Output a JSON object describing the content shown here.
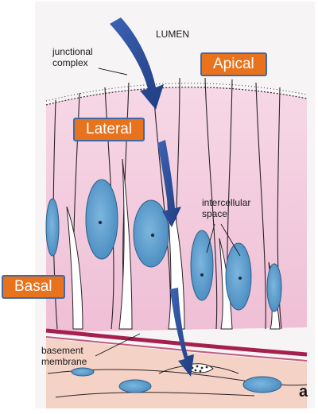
{
  "labels": {
    "lumen": "LUMEN",
    "junctional_line1": "junctional",
    "junctional_line2": "complex",
    "intercellular_line1": "intercellular",
    "intercellular_line2": "space",
    "basement_line1": "basement",
    "basement_line2": "membrane",
    "panel": "a"
  },
  "tags": {
    "apical": "Apical",
    "lateral": "Lateral",
    "basal": "Basal"
  },
  "colors": {
    "cytoplasm": "#f2c9dc",
    "nucleus": "#5a9ccc",
    "membrane": "#a5204e",
    "arrow": "#2d4e9a",
    "tag_fill": "#e8731c",
    "tag_border": "#3f6aa8"
  }
}
